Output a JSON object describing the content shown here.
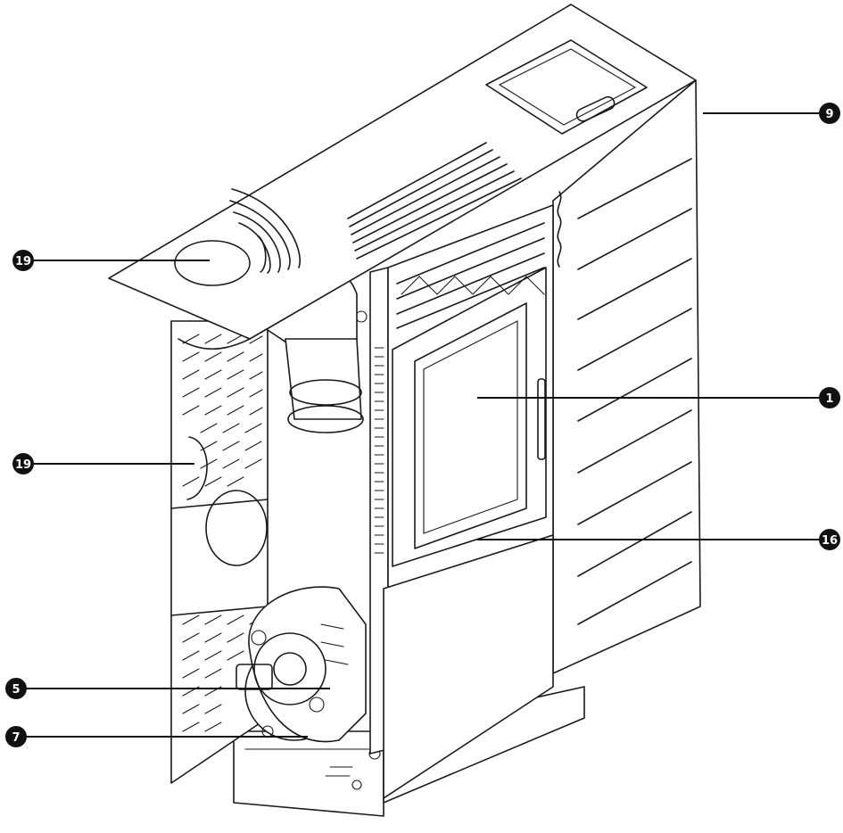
{
  "callouts": [
    {
      "id": "c19a",
      "label": "19"
    },
    {
      "id": "c19b",
      "label": "19"
    },
    {
      "id": "c9",
      "label": "9"
    },
    {
      "id": "c1",
      "label": "1"
    },
    {
      "id": "c16",
      "label": "16"
    },
    {
      "id": "c5",
      "label": "5"
    },
    {
      "id": "c7",
      "label": "7"
    }
  ]
}
